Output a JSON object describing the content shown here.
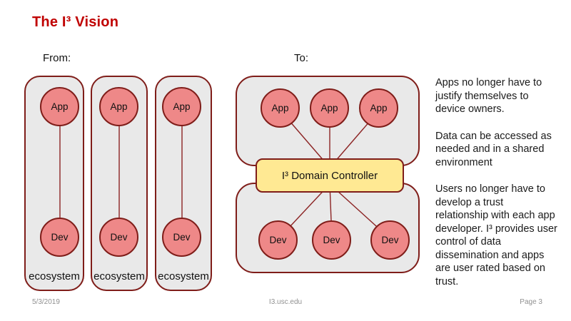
{
  "slide": {
    "title": "The I³ Vision",
    "footer": {
      "date": "5/3/2019",
      "site": "I3.usc.edu",
      "page": "Page 3"
    }
  },
  "diagram": {
    "from_label": "From:",
    "to_label": "To:",
    "from_columns": [
      {
        "app": "App",
        "dev": "Dev",
        "caption": "ecosystem"
      },
      {
        "app": "App",
        "dev": "Dev",
        "caption": "ecosystem"
      },
      {
        "app": "App",
        "dev": "Dev",
        "caption": "ecosystem"
      }
    ],
    "to_cluster": {
      "apps": [
        "App",
        "App",
        "App"
      ],
      "controller": "I³ Domain Controller",
      "devs": [
        "Dev",
        "Dev",
        "Dev"
      ]
    }
  },
  "notes": [
    "Apps no longer have to justify themselves to device owners.",
    "Data can be accessed as needed and in a shared environment",
    "Users no longer have to develop a trust relationship with each app developer.  I³ provides user control of data dissemination and apps are user rated based on trust."
  ],
  "colors": {
    "title_red": "#c00000",
    "outline_maroon": "#7f1d19",
    "node_pink": "#ee8888",
    "controller_yellow": "#ffe993",
    "panel_gray": "#e9e9e9",
    "connector_maroon": "#8c2424",
    "footer_gray": "#909090"
  }
}
